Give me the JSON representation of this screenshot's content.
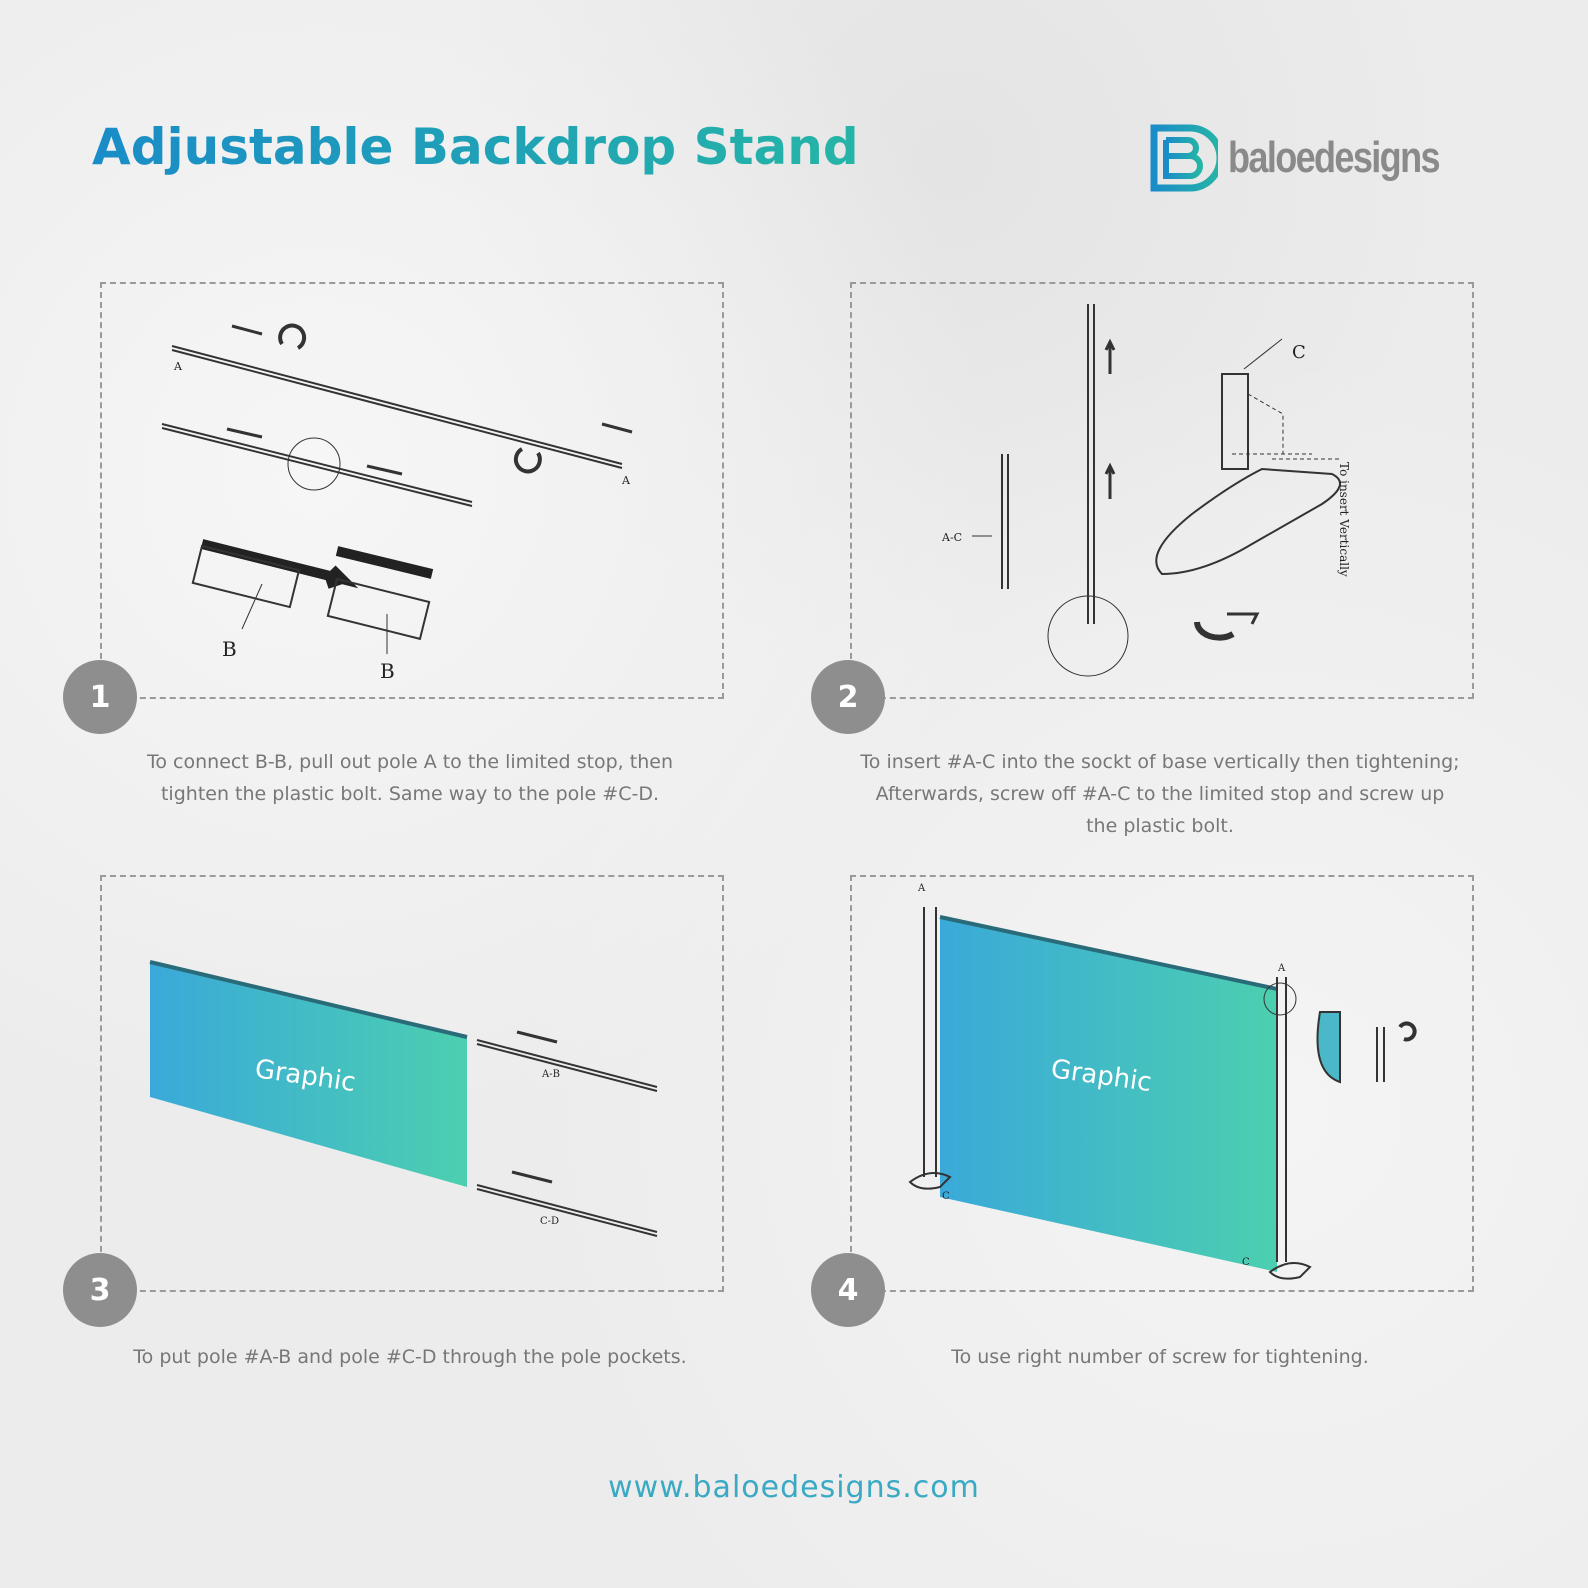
{
  "header": {
    "title": "Adjustable Backdrop Stand",
    "brand": "baloedesigns"
  },
  "colors": {
    "title_start": "#1a8cc8",
    "title_end": "#25b5a6",
    "graphic_start": "#3aa9d9",
    "graphic_end": "#4ccfb0",
    "step_circle": "#8e8e8e"
  },
  "steps": [
    {
      "number": "1",
      "caption": "To connect B-B, pull out pole A to the limited stop, then tighten the plastic bolt. Same way to the pole #C-D.",
      "labels": {
        "a": "A",
        "b": "B"
      }
    },
    {
      "number": "2",
      "caption": "To insert #A-C into the sockt of base vertically then tightening; Afterwards, screw off #A-C to the limited stop and screw up the plastic bolt.",
      "labels": {
        "c": "C",
        "ac": "A-C",
        "vertical": "To insert Vertically"
      }
    },
    {
      "number": "3",
      "caption": "To put pole #A-B and pole #C-D through the pole pockets.",
      "labels": {
        "graphic": "Graphic",
        "ab": "A-B",
        "cd": "C-D"
      }
    },
    {
      "number": "4",
      "caption": "To use right number of screw for tightening.",
      "labels": {
        "graphic": "Graphic",
        "a": "A",
        "c": "C"
      }
    }
  ],
  "footer": {
    "url": "www.baloedesigns.com"
  }
}
